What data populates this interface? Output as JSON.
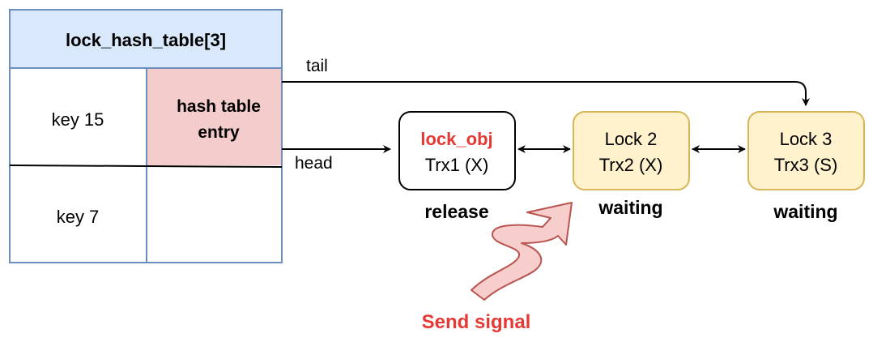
{
  "table": {
    "title": "lock_hash_table[3]",
    "rows": [
      {
        "key": "key 15",
        "entry_line1": "hash table",
        "entry_line2": "entry"
      },
      {
        "key": "key 7"
      }
    ]
  },
  "edges": {
    "tail": "tail",
    "head": "head"
  },
  "locks": [
    {
      "line1": "lock_obj",
      "line2": "Trx1 (X)",
      "status": "release"
    },
    {
      "line1": "Lock 2",
      "line2": "Trx2 (X)",
      "status": "waiting"
    },
    {
      "line1": "Lock 3",
      "line2": "Trx3 (S)",
      "status": "waiting"
    }
  ],
  "signal": {
    "label": "Send signal"
  },
  "colors": {
    "table_border": "#6c8ebf",
    "table_title_fill": "#dae8fc",
    "entry_fill": "#f4cccc",
    "lock_fill": "#fff2cc",
    "lock_border": "#d6b656",
    "red_text": "#e53935",
    "arrow_fill": "#f8cecc",
    "arrow_stroke": "#b85450"
  }
}
